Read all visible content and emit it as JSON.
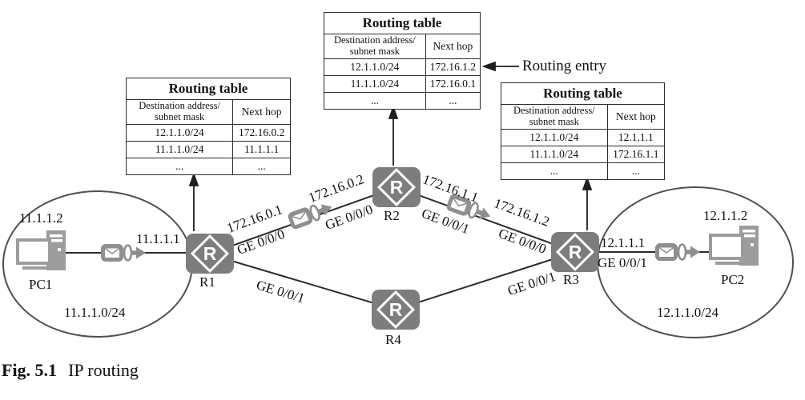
{
  "figure_caption": {
    "label": "Fig. 5.1",
    "title": "IP routing"
  },
  "routing_entry_label": "Routing entry",
  "routing_tables": [
    {
      "title": "Routing table",
      "headers": {
        "dest_line1": "Destination address/",
        "dest_line2": "subnet mask",
        "next_hop": "Next hop"
      },
      "rows": [
        [
          "12.1.1.0/24",
          "172.16.0.2"
        ],
        [
          "11.1.1.0/24",
          "11.1.1.1"
        ],
        [
          "...",
          "..."
        ]
      ]
    },
    {
      "title": "Routing table",
      "headers": {
        "dest_line1": "Destination address/",
        "dest_line2": "subnet mask",
        "next_hop": "Next hop"
      },
      "rows": [
        [
          "12.1.1.0/24",
          "172.16.1.2"
        ],
        [
          "11.1.1.0/24",
          "172.16.0.1"
        ],
        [
          "...",
          "..."
        ]
      ]
    },
    {
      "title": "Routing table",
      "headers": {
        "dest_line1": "Destination address/",
        "dest_line2": "subnet mask",
        "next_hop": "Next hop"
      },
      "rows": [
        [
          "12.1.1.0/24",
          "12.1.1.1"
        ],
        [
          "11.1.1.0/24",
          "172.16.1.1"
        ],
        [
          "...",
          "..."
        ]
      ]
    }
  ],
  "routers": {
    "r1": "R1",
    "r2": "R2",
    "r3": "R3",
    "r4": "R4"
  },
  "hosts": {
    "pc1": {
      "name": "PC1",
      "ip": "11.1.1.2"
    },
    "pc2": {
      "name": "PC2",
      "ip": "12.1.1.2"
    }
  },
  "networks": {
    "left": "11.1.1.0/24",
    "right": "12.1.1.0/24"
  },
  "link_labels": {
    "pc1_gateway_ip": "11.1.1.1",
    "r1_r2_ip_near_r1": "172.16.0.1",
    "r1_r2_if_near_r1": "GE 0/0/0",
    "r1_r2_ip_near_r2": "172.16.0.2",
    "r1_r2_if_near_r2": "GE 0/0/0",
    "r2_r3_ip_near_r2": "172.16.1.1",
    "r2_r3_if_near_r2": "GE 0/0/1",
    "r2_r3_ip_near_r3": "172.16.1.2",
    "r2_r3_if_near_r3": "GE 0/0/0",
    "r1_r4_if": "GE 0/0/1",
    "r4_r3_if": "GE 0/0/1",
    "r3_pc2_ip": "12.1.1.1",
    "r3_pc2_if": "GE 0/0/1"
  },
  "colors": {
    "router_fill": "#7d7d7d",
    "packet_gray": "#8f8f8f",
    "pc_gray": "#9c9c9c",
    "line": "#2b2b2b"
  }
}
